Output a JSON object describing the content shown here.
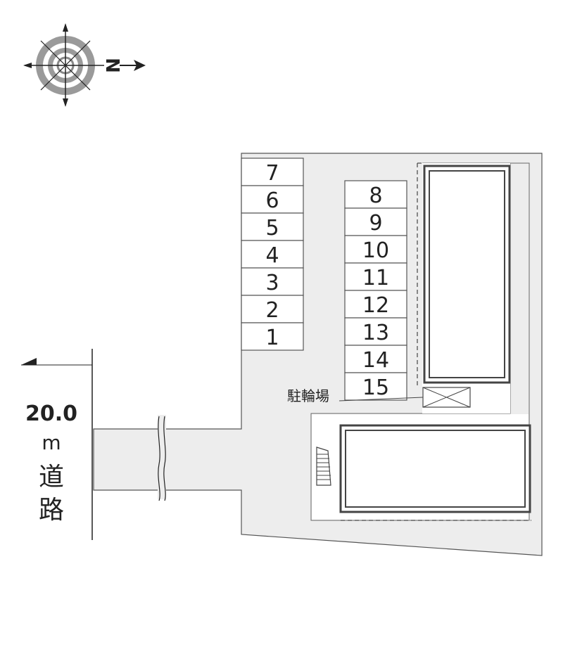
{
  "compass": {
    "north_letter": "N"
  },
  "road": {
    "width_label": "20.0",
    "unit": "m",
    "name_line1": "道",
    "name_line2": "路"
  },
  "bike_parking": {
    "label": "駐輪場"
  },
  "parking_slots": {
    "left_column": [
      "7",
      "6",
      "5",
      "4",
      "3",
      "2",
      "1"
    ],
    "right_column": [
      "8",
      "9",
      "10",
      "11",
      "12",
      "13",
      "14",
      "15"
    ]
  },
  "colors": {
    "lot_fill": "#ededed",
    "outline": "#555555",
    "building_border": "#444444",
    "building_fill": "#ffffff"
  }
}
